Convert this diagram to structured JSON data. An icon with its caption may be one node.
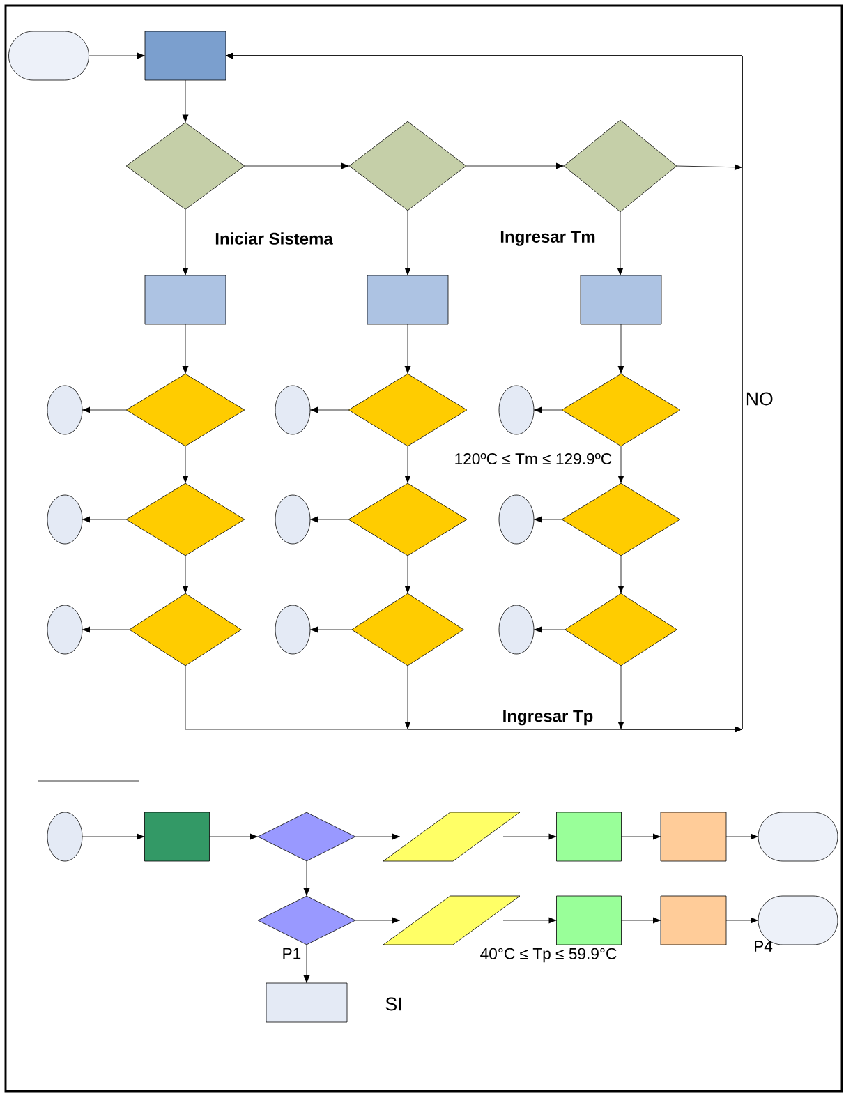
{
  "diagram": {
    "nodes": [
      {
        "text": [],
        "shape": "oval"
      },
      {
        "text": [],
        "shape": "box"
      },
      {
        "text": [],
        "shape": "diamond"
      },
      {
        "text": [],
        "shape": "diamond"
      },
      {
        "text": [],
        "shape": "diamond"
      },
      {
        "text": [],
        "shape": "box"
      },
      {
        "text": [],
        "shape": "box"
      },
      {
        "text": [],
        "shape": "box"
      },
      {
        "text": [],
        "shape": "circle"
      },
      {
        "text": [],
        "shape": "diamond"
      },
      {
        "text": [],
        "shape": "circle"
      },
      {
        "text": [],
        "shape": "diamond"
      },
      {
        "text": [],
        "shape": "circle"
      },
      {
        "text": [],
        "shape": "diamond"
      },
      {
        "text": [],
        "shape": "circle"
      },
      {
        "text": [],
        "shape": "diamond"
      },
      {
        "text": [],
        "shape": "circle"
      },
      {
        "text": [],
        "shape": "diamond"
      },
      {
        "text": [],
        "shape": "circle"
      },
      {
        "text": [],
        "shape": "diamond"
      },
      {
        "text": [],
        "shape": "circle"
      },
      {
        "text": [],
        "shape": "diamond"
      },
      {
        "text": [],
        "shape": "circle"
      },
      {
        "text": [],
        "shape": "diamond"
      },
      {
        "text": [],
        "shape": "circle"
      },
      {
        "text": [],
        "shape": "diamond"
      },
      {
        "text": [],
        "shape": "circle"
      },
      {
        "text": [],
        "shape": "box"
      },
      {
        "text": [],
        "shape": "diamond"
      },
      {
        "text": [],
        "shape": "parallelogram"
      },
      {
        "text": [],
        "shape": "box"
      },
      {
        "text": [],
        "shape": "box"
      },
      {
        "text": [],
        "shape": "oval"
      },
      {
        "text": [],
        "shape": "diamond"
      },
      {
        "text": [],
        "shape": "parallelogram"
      },
      {
        "text": [],
        "shape": "box"
      },
      {
        "text": [],
        "shape": "box"
      },
      {
        "text": [],
        "shape": "oval"
      },
      {
        "text": [],
        "shape": "box"
      }
    ],
    "edges": [
      {
        "from": 0,
        "to": 1,
        "arrow": "to"
      },
      {
        "from": 1,
        "to": 2,
        "arrow": "to"
      },
      {
        "from": 2,
        "to": 3,
        "arrow": "to"
      },
      {
        "from": 3,
        "to": 4,
        "arrow": "to"
      },
      {
        "from": 4,
        "to": 1,
        "arrow": "to"
      },
      {
        "from": 2,
        "to": 5,
        "arrow": "to"
      },
      {
        "from": 3,
        "to": 6,
        "arrow": "to"
      },
      {
        "from": 4,
        "to": 7,
        "arrow": "to"
      },
      {
        "from": 5,
        "to": 9,
        "arrow": "to"
      },
      {
        "from": 6,
        "to": 11,
        "arrow": "to"
      },
      {
        "from": 7,
        "to": 13,
        "arrow": "to"
      },
      {
        "from": 9,
        "to": 8,
        "arrow": "to"
      },
      {
        "from": 11,
        "to": 10,
        "arrow": "to"
      },
      {
        "from": 13,
        "to": 12,
        "arrow": "to"
      },
      {
        "from": 9,
        "to": 15,
        "arrow": "to"
      },
      {
        "from": 11,
        "to": 17,
        "arrow": "to"
      },
      {
        "from": 13,
        "to": 19,
        "arrow": "to"
      },
      {
        "from": 15,
        "to": 14,
        "arrow": "to"
      },
      {
        "from": 17,
        "to": 16,
        "arrow": "to"
      },
      {
        "from": 19,
        "to": 18,
        "arrow": "to"
      },
      {
        "from": 15,
        "to": 21,
        "arrow": "to"
      },
      {
        "from": 17,
        "to": 23,
        "arrow": "to"
      },
      {
        "from": 19,
        "to": 25,
        "arrow": "to"
      },
      {
        "from": 21,
        "to": 20,
        "arrow": "to"
      },
      {
        "from": 23,
        "to": 22,
        "arrow": "to"
      },
      {
        "from": 25,
        "to": 24,
        "arrow": "to"
      },
      {
        "from": 21,
        "to": 1,
        "arrow": "to"
      },
      {
        "from": 23,
        "to": 1,
        "arrow": "to"
      },
      {
        "from": 25,
        "to": 1,
        "arrow": "to"
      },
      {
        "from": 26,
        "to": 27,
        "arrow": "to"
      },
      {
        "from": 27,
        "to": 28,
        "arrow": "to"
      },
      {
        "from": 28,
        "to": 29,
        "arrow": "to"
      },
      {
        "from": 29,
        "to": 30,
        "arrow": "to"
      },
      {
        "from": 30,
        "to": 31,
        "arrow": "to"
      },
      {
        "from": 31,
        "to": 32,
        "arrow": "to"
      },
      {
        "from": 28,
        "to": 33,
        "arrow": "to"
      },
      {
        "from": 33,
        "to": 34,
        "arrow": "to"
      },
      {
        "from": 34,
        "to": 35,
        "arrow": "to"
      },
      {
        "from": 35,
        "to": 36,
        "arrow": "to"
      },
      {
        "from": 36,
        "to": 37,
        "arrow": "to"
      },
      {
        "from": 33,
        "to": 38,
        "arrow": "to"
      }
    ],
    "labels": [
      "Iniciar Sistema",
      "Ingresar Tm",
      "NO",
      "120ºC ≤ Tm ≤ 129.9ºC",
      "Ingresar Tp",
      "P1",
      "40°C ≤ Tp ≤ 59.9°C",
      "P4",
      "SI"
    ]
  }
}
